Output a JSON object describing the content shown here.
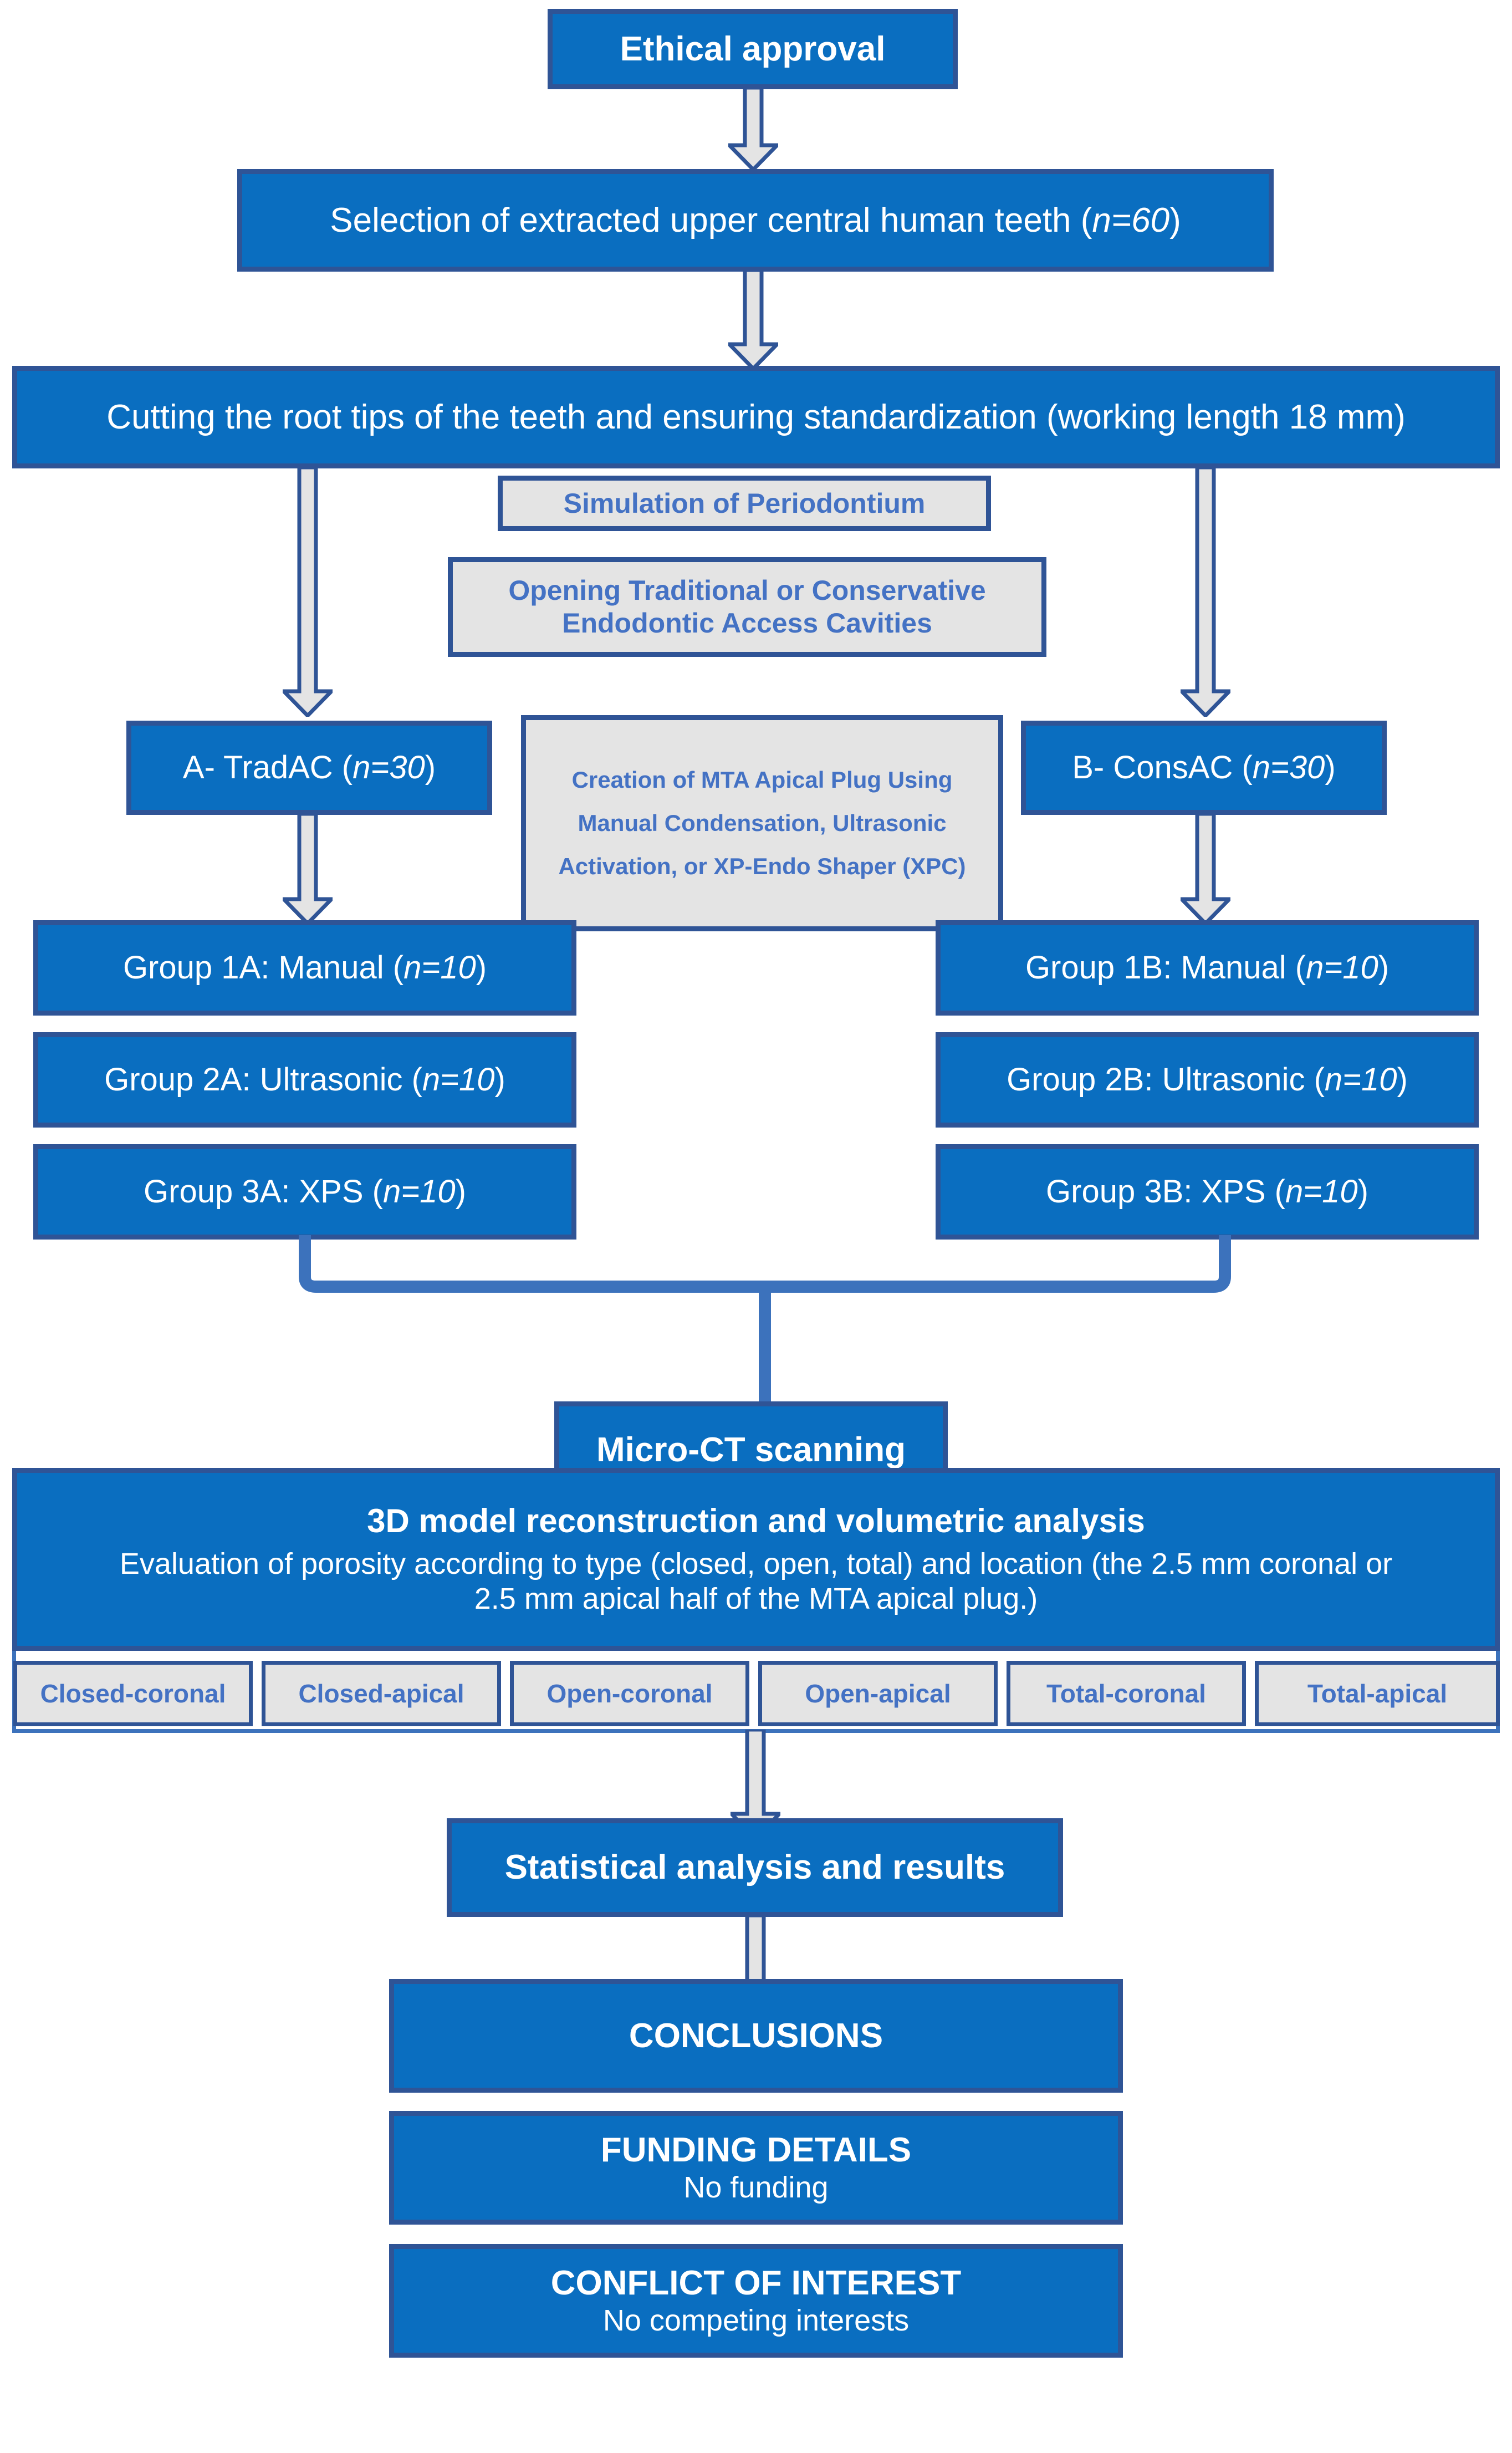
{
  "theme": {
    "box_fill": "#0A6EC0",
    "box_border": "#2F5496",
    "gray_fill": "#E4E4E4",
    "gray_text": "#4472C4",
    "arrow_fill": "#E4E4E4",
    "arrow_stroke": "#2F5496",
    "connector_blue": "#3C72BC",
    "text_on_blue": "#FFFFFF"
  },
  "flow": {
    "ethical_approval": "Ethical approval",
    "selection": "Selection of extracted upper central human teeth (n=60)",
    "selection_plain": "Selection of extracted upper central human teeth (",
    "selection_italic": "n=60",
    "selection_tail": ")",
    "cutting": "Cutting the root tips of the teeth and ensuring standardization (working length 18 mm)",
    "simulation": "Simulation of Periodontium",
    "opening_line1": "Opening Traditional or Conservative",
    "opening_line2": "Endodontic Access Cavities",
    "group_a_plain": "A- TradAC (",
    "group_a_italic": "n=30",
    "group_a_tail": ")",
    "group_b_plain": "B- ConsAC (",
    "group_b_italic": "n=30",
    "group_b_tail": ")",
    "mta_line1": "Creation of MTA Apical Plug Using",
    "mta_line2": "Manual Condensation, Ultrasonic",
    "mta_line3": "Activation, or XP-Endo Shaper (XPC)",
    "microct": "Micro-CT scanning",
    "analysis_title": "3D model reconstruction and volumetric analysis",
    "analysis_body_line1": "Evaluation of porosity according to type (closed, open, total) and location (the 2.5 mm coronal or",
    "analysis_body_line2": "2.5 mm apical half of the MTA apical plug.)",
    "statistics": "Statistical analysis and results",
    "conclusions": "CONCLUSIONS",
    "funding_title": "FUNDING DETAILS",
    "funding_body": "No funding",
    "coi_title": "CONFLICT OF INTEREST",
    "coi_body": "No competing interests"
  },
  "groups_left": [
    {
      "plain": "Group 1A: Manual (",
      "italic": "n=10",
      "tail": ")"
    },
    {
      "plain": "Group 2A: Ultrasonic (",
      "italic": "n=10",
      "tail": ")"
    },
    {
      "plain": "Group 3A: XPS (",
      "italic": "n=10",
      "tail": ")"
    }
  ],
  "groups_right": [
    {
      "plain": "Group 1B: Manual (",
      "italic": "n=10",
      "tail": ")"
    },
    {
      "plain": "Group 2B: Ultrasonic (",
      "italic": "n=10",
      "tail": ")"
    },
    {
      "plain": "Group 3B: XPS (",
      "italic": "n=10",
      "tail": ")"
    }
  ],
  "porosity_categories": [
    "Closed-coronal",
    "Closed-apical",
    "Open-coronal",
    "Open-apical",
    "Total-coronal",
    "Total-apical"
  ],
  "icons": {
    "down_arrow": "block-down-arrow",
    "merge_bracket": "merge-bracket-connector"
  }
}
